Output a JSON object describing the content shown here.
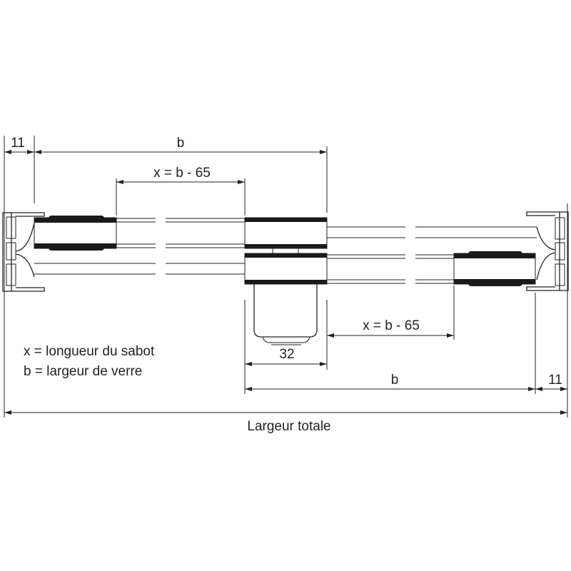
{
  "dimensions": {
    "left_profile": "11",
    "upper_glass_width": "b",
    "upper_shoe_length": "x = b - 65",
    "lower_shoe_length": "x = b - 65",
    "roller_width": "32",
    "lower_glass_width": "b",
    "right_profile": "11",
    "total_width": "Largeur totale"
  },
  "legend": {
    "x_definition": "x = longueur du sabot",
    "b_definition": "b = largeur de verre"
  },
  "colors": {
    "line": "#222222",
    "background": "#ffffff"
  }
}
